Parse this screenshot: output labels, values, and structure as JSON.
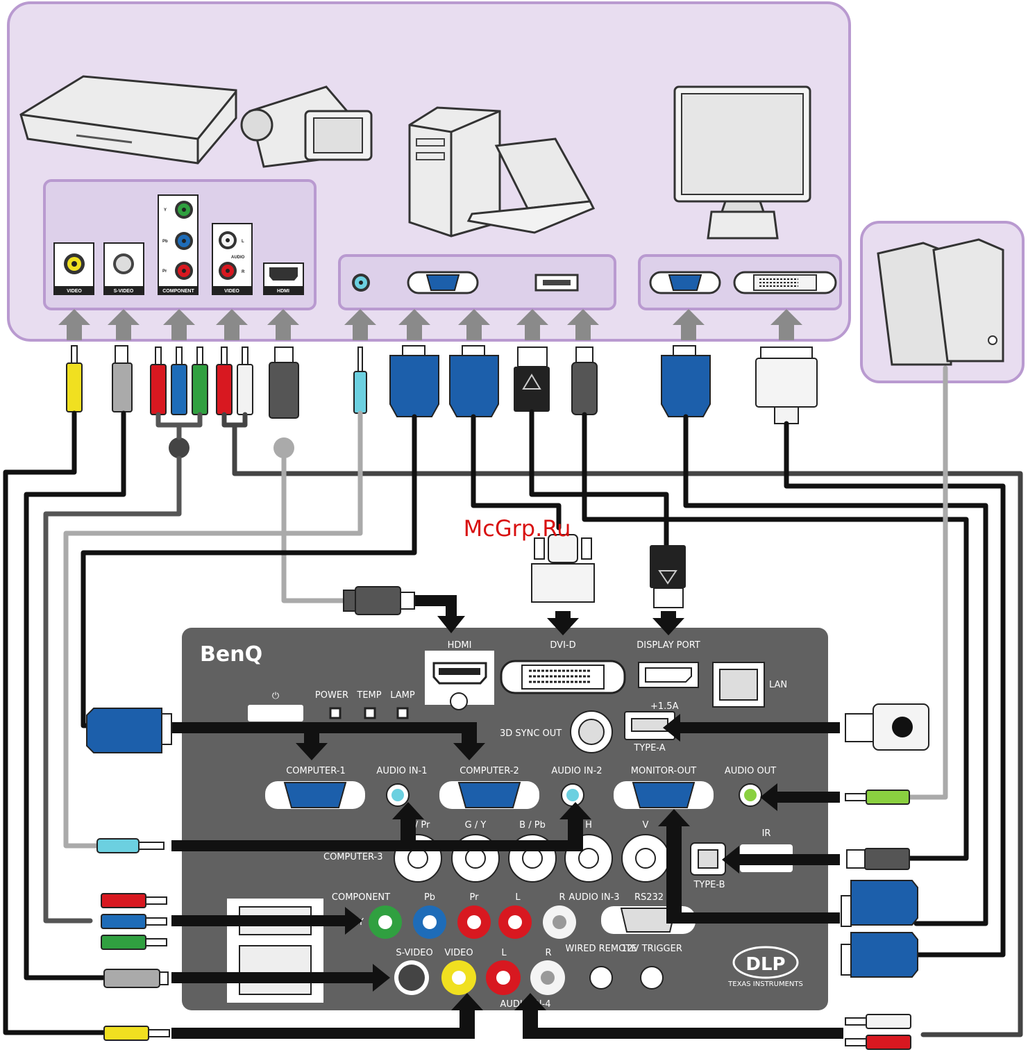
{
  "watermark": "McGrp.Ru",
  "brand": "BenQ",
  "source_panel": {
    "jacks": [
      "VIDEO",
      "S-VIDEO",
      "COMPONENT",
      "VIDEO",
      "HDMI"
    ],
    "component_channels": [
      "Y",
      "Pb",
      "Pr"
    ],
    "audio_label": "AUDIO",
    "audio_channels": [
      "L",
      "R"
    ]
  },
  "projector_panel": {
    "hdmi": "HDMI",
    "dvi": "DVI-D",
    "display_port": "DISPLAY PORT",
    "lan": "LAN",
    "power_icon": "⏻",
    "indicators": [
      "POWER",
      "TEMP",
      "LAMP"
    ],
    "usb_a_rating": "+1.5A",
    "usb_a_type": "TYPE-A",
    "sync_out": "3D SYNC OUT",
    "computer_1": "COMPUTER-1",
    "audio_in_1": "AUDIO IN-1",
    "computer_2": "COMPUTER-2",
    "audio_in_2": "AUDIO IN-2",
    "monitor_out": "MONITOR-OUT",
    "audio_out": "AUDIO OUT",
    "computer_3": "COMPUTER-3",
    "bnc_labels": [
      "R / Pr",
      "G / Y",
      "B / Pb",
      "H",
      "V"
    ],
    "usb_b_type": "TYPE-B",
    "ir": "IR",
    "component": "COMPONENT",
    "component_y": "Y",
    "component_pb": "Pb",
    "component_pr": "Pr",
    "audio_in_3_l": "L",
    "audio_in_3_r": "R",
    "audio_in_3": "AUDIO IN-3",
    "rs232": "RS232",
    "svideo": "S-VIDEO",
    "video": "VIDEO",
    "audio_in_4": "AUDIO IN-4",
    "audio_in_4_l": "L",
    "audio_in_4_r": "R",
    "wired_remote": "WIRED REMOTE",
    "trigger": "12V TRIGGER",
    "dlp_logo": "DLP",
    "dlp_sub": "TEXAS INSTRUMENTS"
  },
  "colors": {
    "panel_purple": "#e8ddf0",
    "panel_border": "#b99ad0",
    "projector_body": "#616161",
    "vga_blue": "#1c5fab",
    "rca_yellow": "#f0e020",
    "rca_red": "#d81820",
    "rca_green": "#30a040",
    "rca_blue": "#1e6cb8",
    "audio_cyan": "#6cd0e0",
    "audio_green": "#8ad040"
  }
}
